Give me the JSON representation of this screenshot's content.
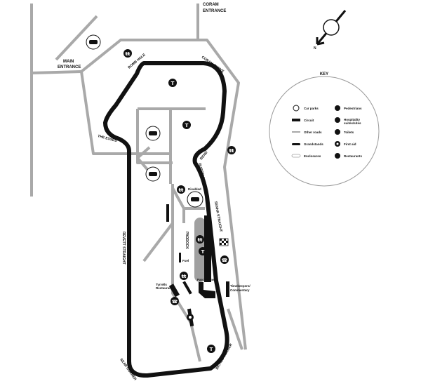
{
  "map": {
    "entrances": {
      "main": [
        "MAIN",
        "ENTRANCE"
      ],
      "coram": [
        "CORAM",
        "ENTRANCE"
      ]
    },
    "corners": {
      "bomb_hole": "BOMB HOLE",
      "coram_curve": "CORAM CURVE",
      "the_esses": "THE ESSES",
      "russell_bend": [
        "BEND",
        "RUSSELL"
      ],
      "senna_straight": "SENNA STRAIGHT",
      "revett_straight": "REVETT STRAIGHT",
      "sear_corner": "SEAR CORNER",
      "riches_corner": "RICHES CORNER"
    },
    "places": {
      "disabled": "Disabled",
      "paddock": "PADDOCK",
      "fuel": "Fuel",
      "restaurant": [
        "Tyrrells",
        "Restaurant"
      ],
      "parc_ferme": "Parc Ferme",
      "timekeepers": [
        "Timekeepers/",
        "Commentary"
      ]
    },
    "compass": "N"
  },
  "key": {
    "title": "KEY",
    "items": [
      {
        "label": "Car parks",
        "icon": "car-icon"
      },
      {
        "label": "Circuit",
        "icon": "circuit-swatch"
      },
      {
        "label": "Other roads",
        "icon": "road-swatch"
      },
      {
        "label": "Grandstands",
        "icon": "grandstand-swatch"
      },
      {
        "label": "Enclosures",
        "icon": "enclosure-swatch"
      },
      {
        "label": "Pedestrians",
        "icon": "pedestrian-icon"
      },
      {
        "label": "Hospitality",
        "label2": "suites/sites",
        "icon": "hospitality-icon"
      },
      {
        "label": "Toilets",
        "icon": "toilet-icon"
      },
      {
        "label": "First aid",
        "icon": "first-aid-icon"
      },
      {
        "label": "Restaurants",
        "icon": "restaurant-icon"
      }
    ]
  },
  "colors": {
    "circuit": "#111111",
    "roads": "#a9a9a9",
    "paddock": "#a0a0a0"
  }
}
